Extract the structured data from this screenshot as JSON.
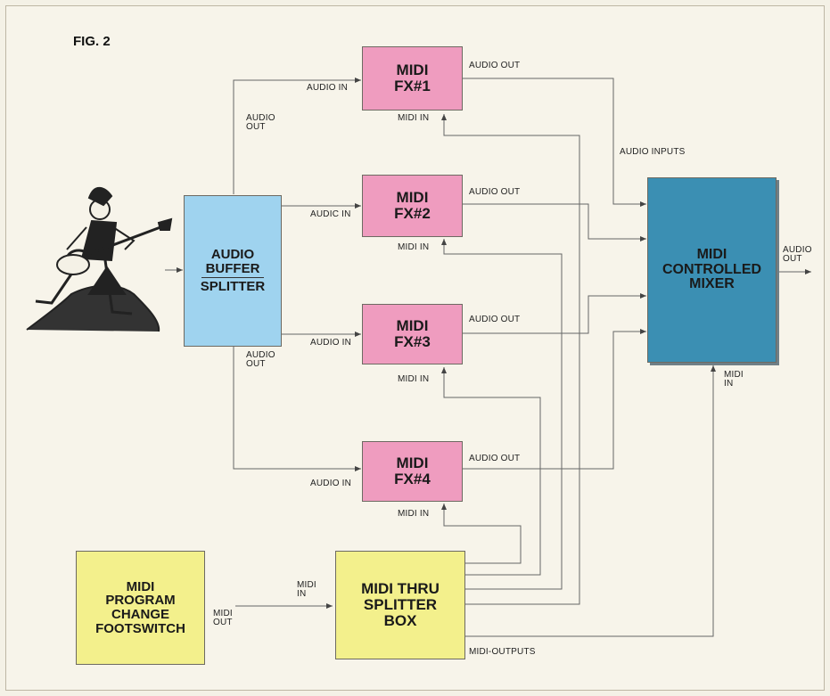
{
  "figure_label": "FIG. 2",
  "blocks": {
    "fx1": {
      "line1": "MIDI",
      "line2": "FX#1"
    },
    "fx2": {
      "line1": "MIDI",
      "line2": "FX#2"
    },
    "fx3": {
      "line1": "MIDI",
      "line2": "FX#3"
    },
    "fx4": {
      "line1": "MIDI",
      "line2": "FX#4"
    },
    "splitter": {
      "line1": "AUDIO",
      "line2": "BUFFER",
      "line3": "SPLITTER"
    },
    "mixer": {
      "line1": "MIDI",
      "line2": "CONTROLLED",
      "line3": "MIXER"
    },
    "footswitch": {
      "line1": "MIDI",
      "line2": "PROGRAM",
      "line3": "CHANGE",
      "line4": "FOOTSWITCH"
    },
    "thru": {
      "line1": "MIDI THRU",
      "line2": "SPLITTER",
      "line3": "BOX"
    }
  },
  "labels": {
    "audio_in_1": "AUDIO IN",
    "audio_in_2": "AUDIC IN",
    "audio_in_3": "AUDIO IN",
    "audio_in_4": "AUDIO IN",
    "audio_out_1": "AUDIO OUT",
    "audio_out_2": "AUDIO OUT",
    "audio_out_3": "AUDIO OUT",
    "audio_out_4": "AUDIO OUT",
    "midi_in_1": "MIDI IN",
    "midi_in_2": "MIDI IN",
    "midi_in_3": "MIDI IN",
    "midi_in_4": "MIDI IN",
    "splitter_audio_out_top": "AUDIO\nOUT",
    "splitter_audio_out_bottom": "AUDIO\nOUT",
    "audio_inputs": "AUDIO INPUTS",
    "mixer_audio_out": "AUDIO\nOUT",
    "mixer_midi_in": "MIDI\nIN",
    "footswitch_midi_out": "MIDI\nOUT",
    "thru_midi_in": "MIDI\nIN",
    "midi_outputs": "MIDI-OUTPUTS"
  },
  "colors": {
    "fx": "#ef9cbf",
    "splitter": "#9fd3ef",
    "mixer": "#3b8fb3",
    "yellow": "#f3f08c",
    "lines": "#555555"
  },
  "icons": {
    "guitarist": "guitarist-illustration"
  }
}
